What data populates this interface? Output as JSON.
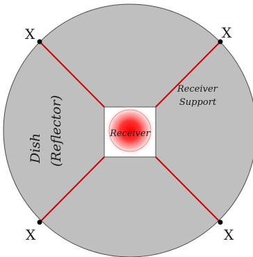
{
  "corner_marks": [
    "X",
    "X",
    "X",
    "X"
  ],
  "dish_label": [
    "Dish",
    "(Reflector)"
  ],
  "support_label": [
    "Receiver",
    "Support"
  ],
  "receiver_label": "Receiver",
  "colors": {
    "dish_fill": "#bfbfbf",
    "support_lines": "#cc0000",
    "receiver_glow": "#ff1a1a",
    "receiver_panel": "#ffffff"
  }
}
